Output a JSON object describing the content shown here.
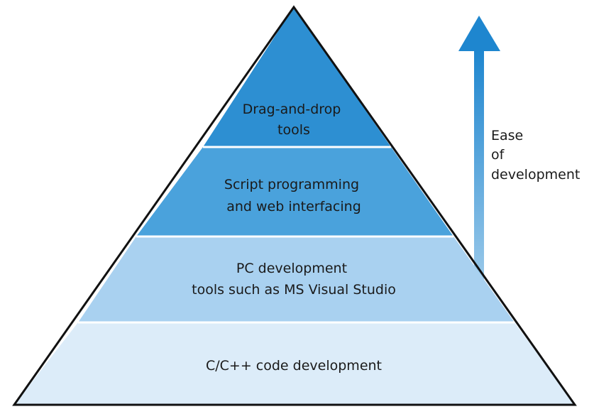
{
  "pyramid": {
    "tiers": [
      {
        "lines": [
          "Drag-and-drop",
          "tools"
        ],
        "color": "#2d8fd2"
      },
      {
        "lines": [
          "Script programming",
          "and web interfacing"
        ],
        "color": "#4aa2dc"
      },
      {
        "lines": [
          "PC development",
          "tools such as MS Visual Studio"
        ],
        "color": "#a9d1f0"
      },
      {
        "lines": [
          "C/C++ code development"
        ],
        "color": "#dcecf9"
      }
    ],
    "outline_color": "#111111",
    "separator_color": "#ffffff"
  },
  "ease_arrow": {
    "label_lines": [
      "Ease",
      "of",
      "development"
    ],
    "color": "#1e86cf"
  }
}
